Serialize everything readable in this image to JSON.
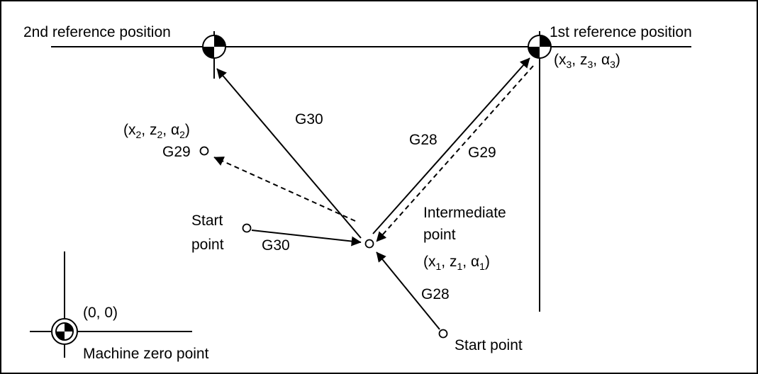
{
  "colors": {
    "ink": "#000000",
    "paper": "#ffffff"
  },
  "labels": {
    "second_ref": "2nd reference position",
    "first_ref": "1st reference position",
    "first_ref_coords": "(x3, z3, α3)",
    "g29_target_coords": "(x2, z2, α2)",
    "g29_target_code": "G29",
    "g30_to_second": "G30",
    "g28_to_first": "G28",
    "g29_from_first": "G29",
    "start_left_line1": "Start",
    "start_left_line2": "point",
    "g30_from_start": "G30",
    "intermediate_line1": "Intermediate",
    "intermediate_line2": "point",
    "intermediate_coords": "(x1, z1, α1)",
    "g28_from_start": "G28",
    "start_bottom": "Start point",
    "origin_coords": "(0, 0)",
    "machine_zero": "Machine zero point"
  },
  "text_parts": {
    "paren_open": "(",
    "paren_close": ")",
    "sep": ", ",
    "x": "x",
    "z": "z",
    "alpha": "α",
    "i1": "1",
    "i2": "2",
    "i3": "3"
  },
  "icons": {
    "reference_marker": "reference-position-icon",
    "machine_zero_marker": "machine-zero-icon",
    "point_marker": "open-circle-icon"
  }
}
